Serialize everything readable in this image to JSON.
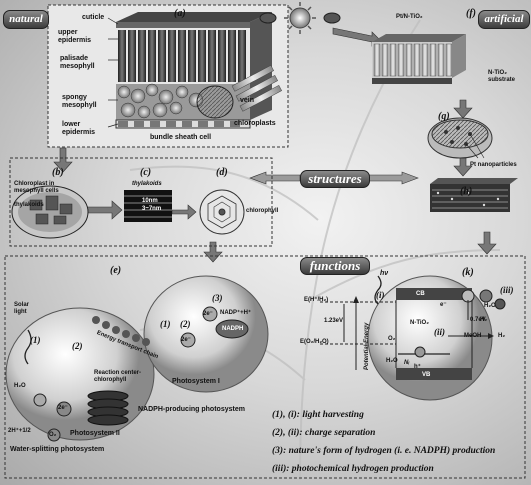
{
  "title_natural": "natural",
  "title_artificial": "artificial",
  "structures_label": "structures",
  "functions_label": "functions",
  "panel_labels": {
    "a": "(a)",
    "b": "(b)",
    "c": "(c)",
    "d": "(d)",
    "e": "(e)",
    "f": "(f)",
    "g": "(g)",
    "h": "(h)",
    "k": "(k)"
  },
  "leaf_layers": [
    "cuticle",
    "upper epidermis",
    "palisade mesophyll",
    "spongy mesophyll",
    "lower epidermis",
    "bundle sheath cell",
    "vein",
    "chloroplasts"
  ],
  "chloroplast": {
    "title": "Chloroplast in mesophyll cells",
    "thylakoids": "thylakoids"
  },
  "thylakoid_panel": {
    "title": "thylakoids",
    "dim1": "10nm",
    "dim2": "3~7nm"
  },
  "chlorophyll": "chlorophyll",
  "artificial": {
    "material": "Pt/N-TiO₂",
    "substrate": "N-TiO₂ substrate",
    "pt": "Pt nanoparticles"
  },
  "photosynthesis": {
    "solar_light": "Solar light",
    "step1": "(1)",
    "step2": "(2)",
    "step3": "(3)",
    "h2o": "H₂O",
    "e_minus": "2e⁻",
    "reaction_center": "Reaction center-chlorophyll",
    "ps2": "Photosystem II",
    "ps2_products": "2H⁺+1/2",
    "o2": "O₂",
    "water_splitting": "Water-splitting photosystem",
    "energy_chain": "Energy transport chain",
    "ps1": "Photosystem I",
    "nadp_in": "NADP⁺+H⁺",
    "nadph": "NADPH",
    "nadph_system": "NADPH-producing photosystem"
  },
  "energy": {
    "hv": "hν",
    "e_h2": "E(H⁺/H₂)",
    "e_o2": "E(O₂/H₂O)",
    "gap": "1.23eV",
    "axis": "Potential Energy",
    "i": "(i)",
    "ii": "(ii)",
    "iii": "(iii)",
    "cb": "CB",
    "vb": "VB",
    "electron": "e⁻",
    "hole": "h⁺",
    "ntio2": "N-TiO₂",
    "ev07": "0.7eV",
    "o2": "O₂",
    "h2o": "H₂O",
    "meoh": "MeOH",
    "h2": "H₂",
    "h2b": "H₂",
    "h2o_right": "H₂O",
    "ni": "Nᵢ"
  },
  "legend": [
    "(1), (i): light harvesting",
    "(2), (ii): charge separation",
    "(3): nature's form of hydrogen (i. e. NADPH) production",
    "(iii): photochemical hydrogen production"
  ]
}
